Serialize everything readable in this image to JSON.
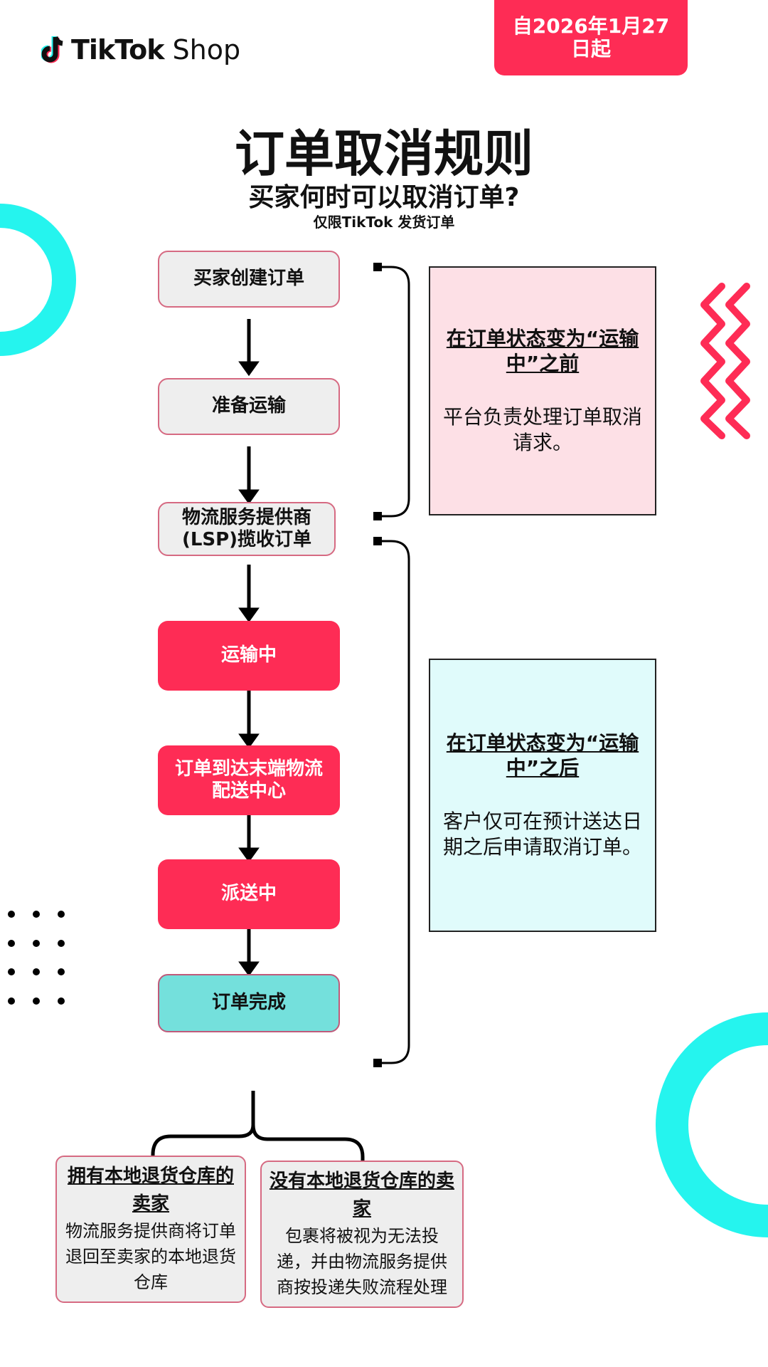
{
  "brand": {
    "name_bold": "TikTok",
    "name_light": "Shop"
  },
  "badge": {
    "text": "自2026年1月27日起"
  },
  "header": {
    "title": "订单取消规则",
    "subtitle": "买家何时可以取消订单?",
    "note": "仅限TikTok 发货订单"
  },
  "flow": {
    "steps": [
      {
        "label": "买家创建订单",
        "style": "grey"
      },
      {
        "label": "准备运输",
        "style": "grey"
      },
      {
        "label": "物流服务提供商(LSP)揽收订单",
        "style": "grey"
      },
      {
        "label": "运输中",
        "style": "red"
      },
      {
        "label": "订单到达末端物流配送中心",
        "style": "red"
      },
      {
        "label": "派送中",
        "style": "red"
      },
      {
        "label": "订单完成",
        "style": "teal"
      }
    ]
  },
  "info": {
    "before": {
      "heading": "在订单状态变为“运输中”之前",
      "body": "平台负责处理订单取消请求。"
    },
    "after": {
      "heading": "在订单状态变为“运输中”之后",
      "body": "客户仅可在预计送达日期之后申请取消订单。"
    }
  },
  "sellers": [
    {
      "heading": "拥有本地退货仓库的卖家",
      "body": "物流服务提供商将订单退回至卖家的本地退货仓库"
    },
    {
      "heading": "没有本地退货仓库的卖家",
      "body": "包裹将被视为无法投递，并由物流服务提供商按投递失败流程处理"
    }
  ],
  "colors": {
    "accent_red": "#fe2c55",
    "accent_cyan": "#25f4ee",
    "teal_box": "#74e0dc",
    "pink_box": "#fde0e6",
    "cyan_box": "#e0fbfb"
  }
}
